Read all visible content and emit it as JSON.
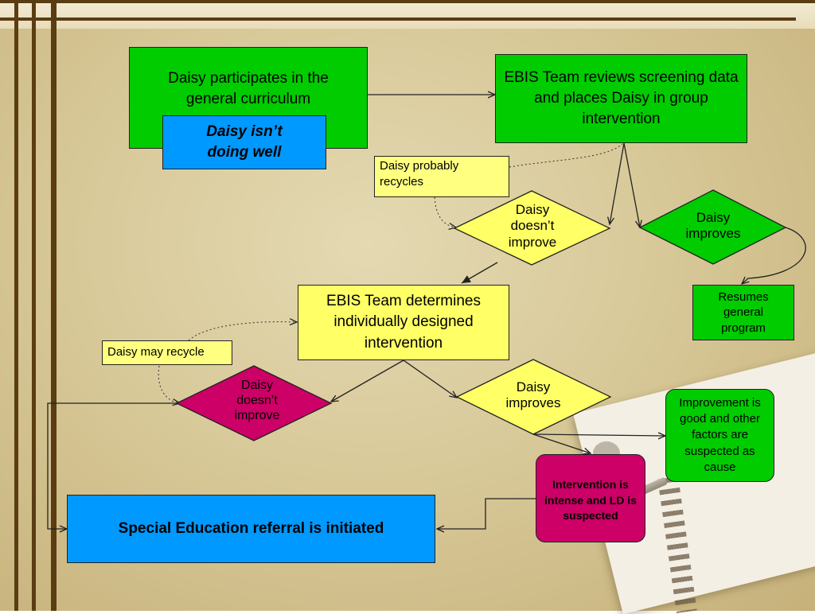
{
  "nodes": {
    "daisy_participates": "Daisy participates in the general curriculum",
    "daisy_isnt_doing_well": "Daisy isn’t doing well",
    "ebis_reviews": "EBIS Team reviews screening data and places Daisy in group intervention",
    "daisy_probably_recycles": "Daisy probably recycles",
    "daisy_doesnt_improve_1": "Daisy doesn’t improve",
    "daisy_improves_1": "Daisy improves",
    "resumes_general_program": "Resumes general program",
    "ebis_determines": "EBIS Team determines individually designed intervention",
    "daisy_may_recycle": "Daisy may recycle",
    "daisy_doesnt_improve_2": "Daisy doesn’t improve",
    "daisy_improves_2": "Daisy improves",
    "improvement_good": "Improvement is good and other factors are suspected as cause",
    "intervention_intense": "Intervention is intense and LD is suspected",
    "special_ed_referral": "Special Education referral is initiated"
  },
  "colors": {
    "green": "#00cc00",
    "blue": "#0099ff",
    "yellow": "#ffff66",
    "note_yellow": "#ffff80",
    "magenta": "#cc0066",
    "border": "#222222",
    "frame_brown": "#5a3d12"
  }
}
